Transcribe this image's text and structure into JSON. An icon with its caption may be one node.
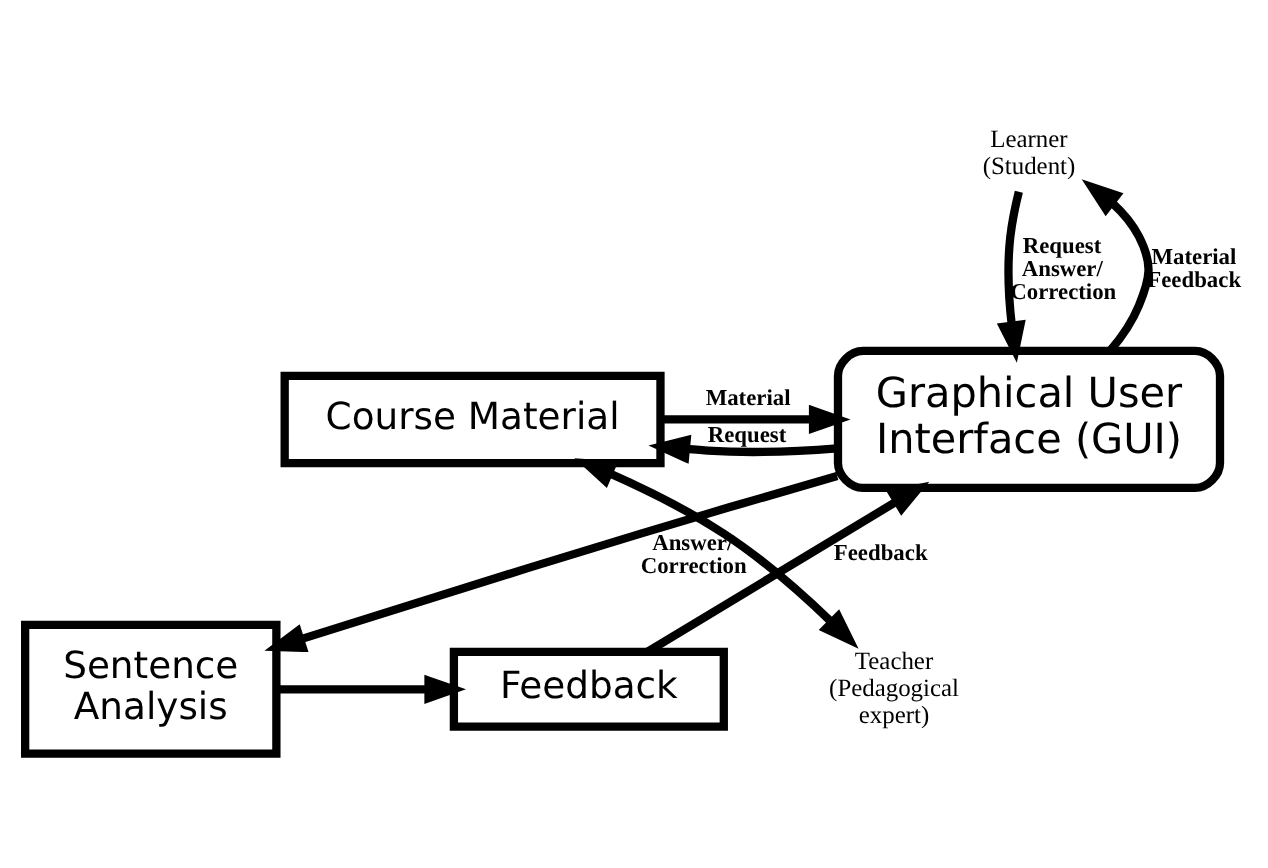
{
  "diagram": {
    "nodes": [
      {
        "text": [
          "Graphical User Interface (GUI)"
        ]
      },
      {
        "text": [
          "Course Material"
        ]
      },
      {
        "text": [
          "Sentence Analysis"
        ]
      },
      {
        "text": [
          "Feedback"
        ]
      },
      {
        "text": [
          "Learner (Student)"
        ]
      },
      {
        "text": [
          "Teacher (Pedagogical expert)"
        ]
      }
    ],
    "edges": [
      {
        "from": 0,
        "to": 4,
        "arrow": "to",
        "label": "Material Feedback"
      },
      {
        "from": 4,
        "to": 0,
        "arrow": "to",
        "label": "Request Answer/ Correction"
      },
      {
        "from": 0,
        "to": 1,
        "arrow": "to",
        "label": "Request"
      },
      {
        "from": 1,
        "to": 0,
        "arrow": "to",
        "label": "Material"
      },
      {
        "from": 1,
        "to": 5,
        "arrow": "both"
      },
      {
        "from": 0,
        "to": 2,
        "arrow": "to",
        "label": "Answer/ Correction"
      },
      {
        "from": 2,
        "to": 3,
        "arrow": "to"
      },
      {
        "from": 3,
        "to": 0,
        "arrow": "to",
        "label": "Feedback"
      }
    ]
  }
}
